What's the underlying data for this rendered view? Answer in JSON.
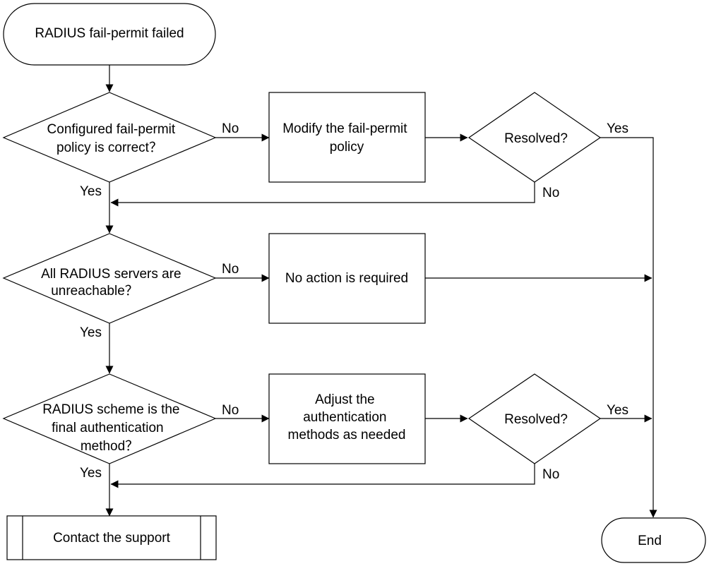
{
  "nodes": {
    "start": {
      "lines": [
        "RADIUS fail-permit failed"
      ]
    },
    "q1": {
      "lines": [
        "Configured fail-permit",
        "policy is correct？"
      ]
    },
    "modify_policy": {
      "lines": [
        "Modify the fail-permit",
        "policy"
      ]
    },
    "resolved1": {
      "lines": [
        "Resolved?"
      ]
    },
    "q2": {
      "lines": [
        "All RADIUS servers are",
        "unreachable？"
      ]
    },
    "no_action": {
      "lines": [
        "No action is required"
      ]
    },
    "q3": {
      "lines": [
        "RADIUS scheme is the",
        "final authentication",
        "method？"
      ]
    },
    "adjust": {
      "lines": [
        "Adjust the",
        "authentication",
        "methods as needed"
      ]
    },
    "resolved2": {
      "lines": [
        "Resolved?"
      ]
    },
    "support": {
      "lines": [
        "Contact the support"
      ]
    },
    "end": {
      "lines": [
        "End"
      ]
    }
  },
  "edge_labels": {
    "q1_no": "No",
    "q1_yes": "Yes",
    "resolved1_yes": "Yes",
    "resolved1_no": "No",
    "q2_no": "No",
    "q2_yes": "Yes",
    "q3_no": "No",
    "q3_yes": "Yes",
    "resolved2_yes": "Yes",
    "resolved2_no": "No"
  }
}
